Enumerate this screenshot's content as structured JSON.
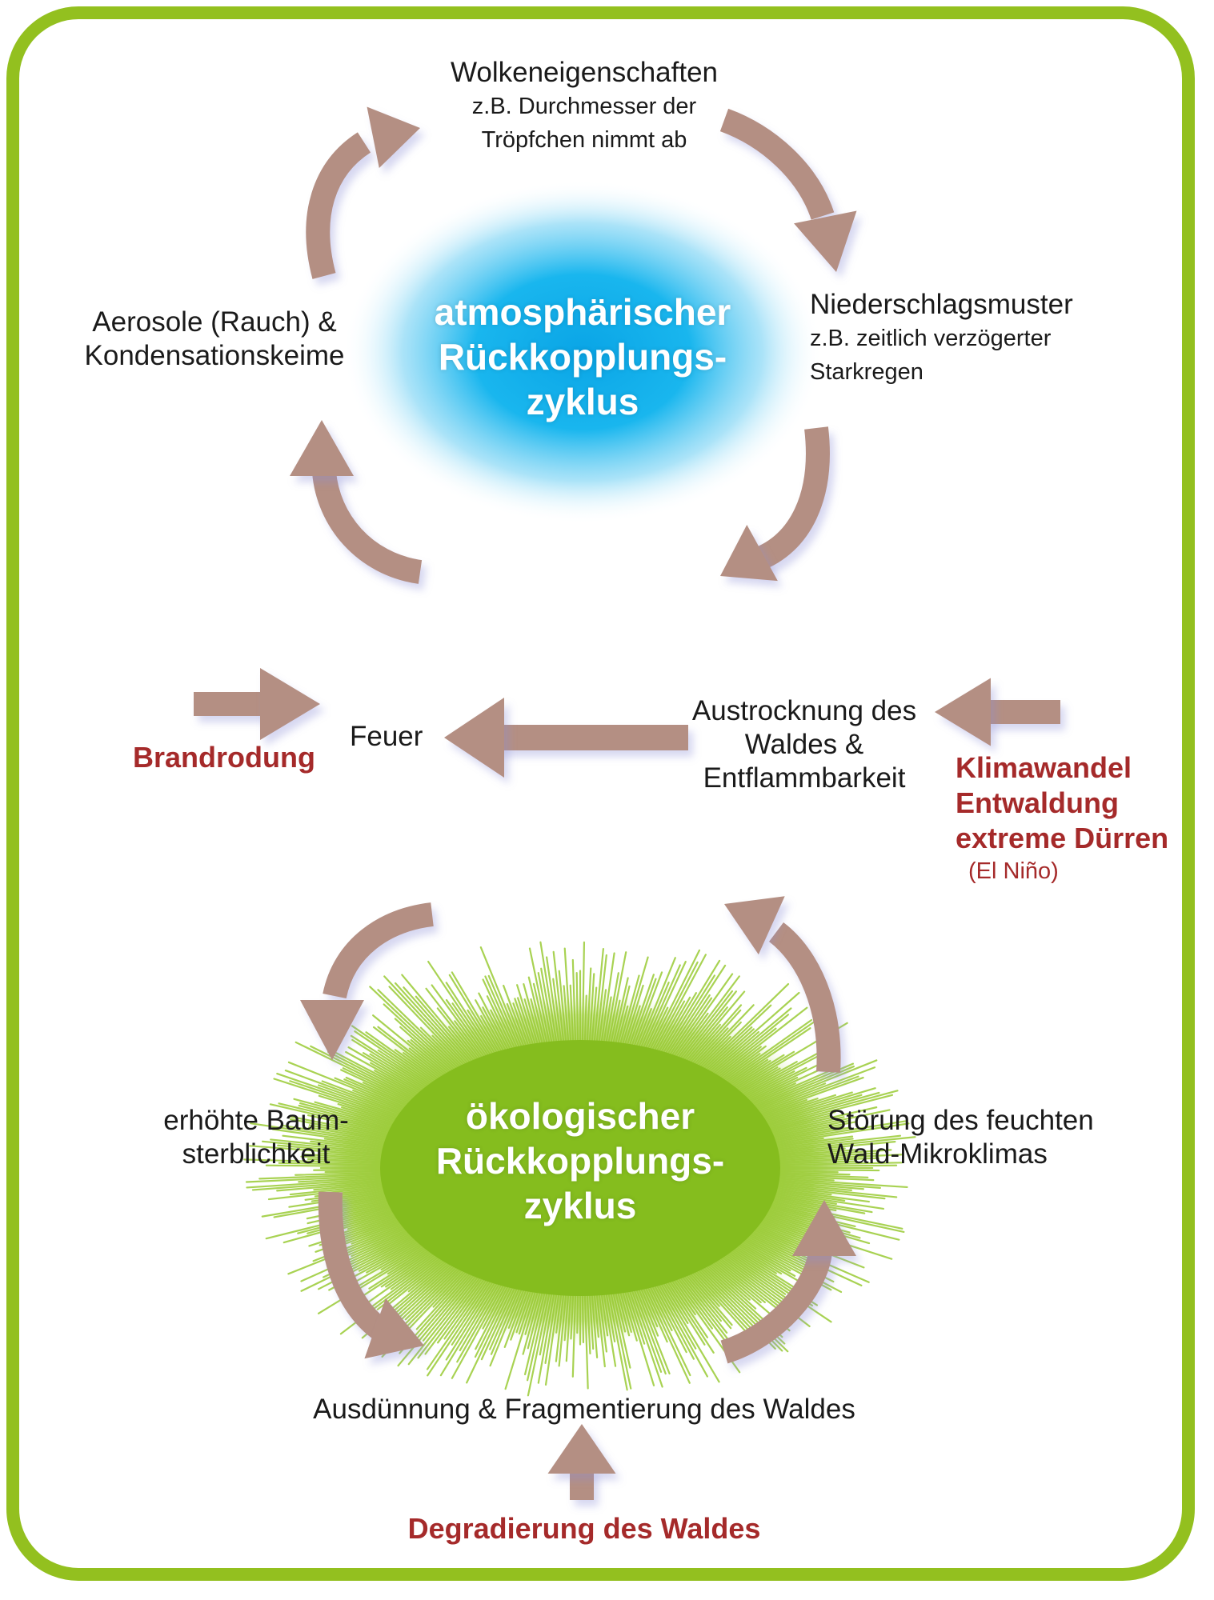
{
  "atmospheric_cycle": {
    "title_lines": [
      "atmosphärischer",
      "Rückkopplungs-",
      "zyklus"
    ],
    "colors": {
      "glow": "#13b4ee",
      "arrow": "#b48f83"
    }
  },
  "cloud_properties": {
    "title": "Wolkeneigenschaften",
    "detail_lines": [
      "z.B. Durchmesser der",
      "Tröpfchen nimmt ab"
    ]
  },
  "precipitation": {
    "title": "Niederschlagsmuster",
    "detail_lines": [
      "z.B. zeitlich verzögerter",
      "Starkregen"
    ]
  },
  "aerosols": {
    "lines": [
      "Aerosole (Rauch) &",
      "Kondensationskeime"
    ]
  },
  "fire": {
    "label": "Feuer"
  },
  "drying": {
    "lines": [
      "Austrocknung des",
      "Waldes &",
      "Entflammbarkeit"
    ]
  },
  "slash_and_burn": {
    "label": "Brandrodung"
  },
  "external_drivers": {
    "lines": [
      "Klimawandel",
      "Entwaldung",
      "extreme Dürren"
    ],
    "note": "(El Niño)"
  },
  "ecological_cycle": {
    "title_lines": [
      "ökologischer",
      "Rückkopplungs-",
      "zyklus"
    ],
    "colors": {
      "glow": "#8dc21f"
    }
  },
  "tree_mortality": {
    "lines": [
      "erhöhte Baum-",
      "sterblichkeit"
    ]
  },
  "microclimate": {
    "lines": [
      "Störung des feuchten",
      "Wald-Mikroklimas"
    ]
  },
  "thinning": {
    "label": "Ausdünnung & Fragmentierung des Waldes"
  },
  "degradation": {
    "label": "Degradierung des Waldes"
  },
  "colors": {
    "frame": "#93c01f",
    "label_red": "#a52a2a",
    "arrow": "#b48f83"
  }
}
